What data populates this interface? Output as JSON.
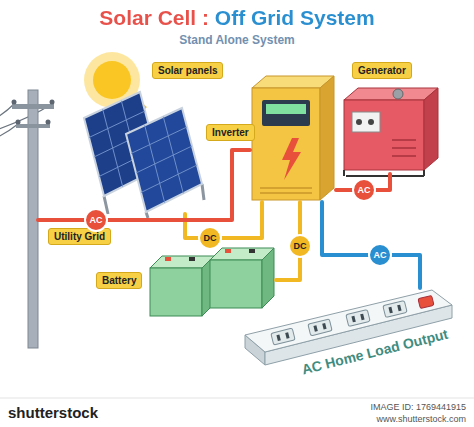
{
  "diagram": {
    "title": "Solar Cell : Off Grid System",
    "nodes": [
      {
        "text": [
          "Solar panels"
        ]
      },
      {
        "text": [
          "Inverter"
        ]
      },
      {
        "text": [
          "Generator"
        ]
      },
      {
        "text": [
          "Utility Grid"
        ]
      },
      {
        "text": [
          "Battery"
        ]
      },
      {
        "text": [
          "AC Home Load Output"
        ]
      }
    ],
    "edges": [
      {
        "from": 0,
        "to": 1,
        "label": "DC",
        "arrow": "none"
      },
      {
        "from": 4,
        "to": 1,
        "label": "DC",
        "arrow": "none"
      },
      {
        "from": 2,
        "to": 1,
        "label": "AC",
        "arrow": "none"
      },
      {
        "from": 3,
        "to": 1,
        "label": "AC",
        "arrow": "none"
      },
      {
        "from": 1,
        "to": 5,
        "label": "AC",
        "arrow": "none"
      }
    ],
    "labels": [
      "Stand Alone System",
      "shutterstock",
      "IMAGE ID: 1769441915",
      "www.shutterstock.com"
    ]
  }
}
